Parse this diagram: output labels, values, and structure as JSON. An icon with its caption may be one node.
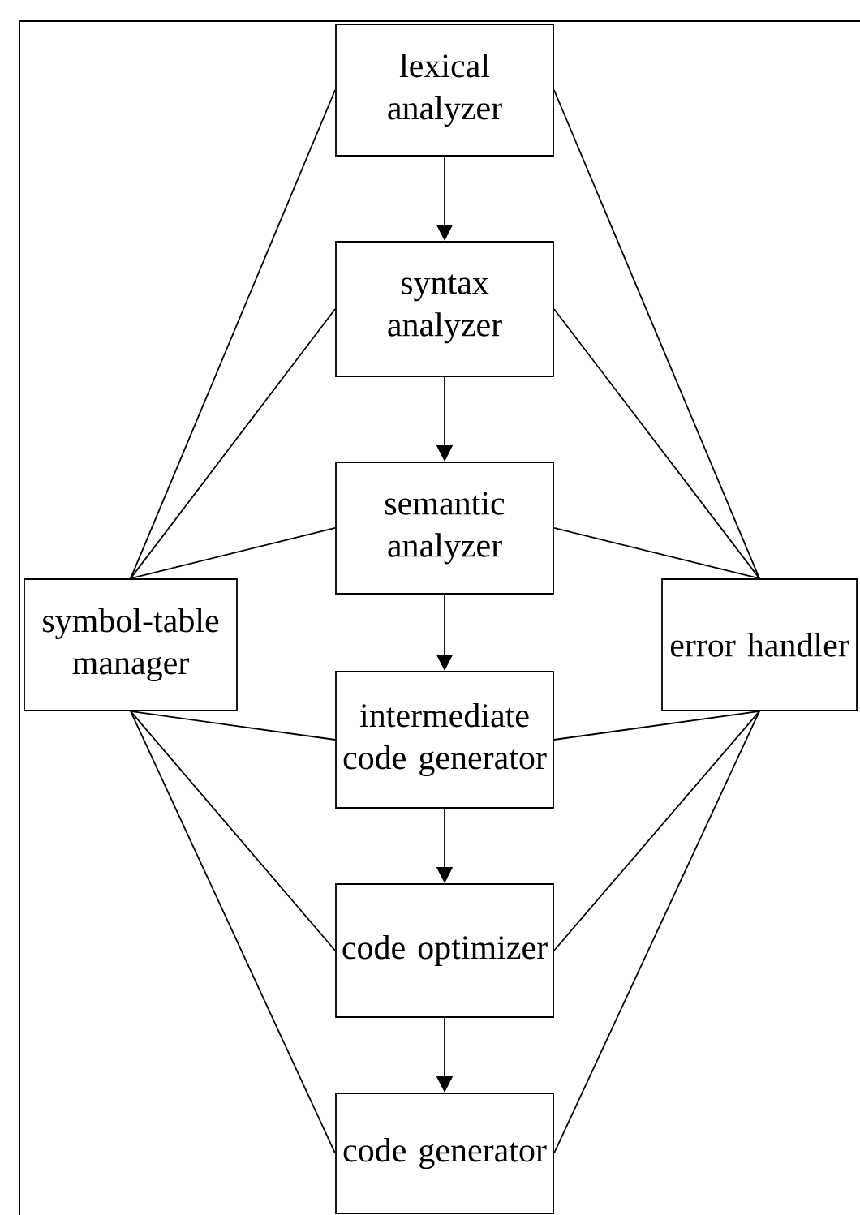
{
  "diagram": {
    "nodes": [
      {
        "text": [
          "lexical analyzer"
        ]
      },
      {
        "text": [
          "syntax analyzer"
        ]
      },
      {
        "text": [
          "semantic analyzer"
        ]
      },
      {
        "text": [
          "intermediate code generator"
        ]
      },
      {
        "text": [
          "code optimizer"
        ]
      },
      {
        "text": [
          "code generator"
        ]
      },
      {
        "text": [
          "symbol-table manager"
        ]
      },
      {
        "text": [
          "error handler"
        ]
      }
    ],
    "edges": [
      {
        "from": 0,
        "to": 1,
        "arrow": "to"
      },
      {
        "from": 1,
        "to": 2,
        "arrow": "to"
      },
      {
        "from": 2,
        "to": 3,
        "arrow": "to"
      },
      {
        "from": 3,
        "to": 4,
        "arrow": "to"
      },
      {
        "from": 4,
        "to": 5,
        "arrow": "to"
      },
      {
        "from": 6,
        "to": 0,
        "arrow": "none"
      },
      {
        "from": 6,
        "to": 1,
        "arrow": "none"
      },
      {
        "from": 6,
        "to": 2,
        "arrow": "none"
      },
      {
        "from": 6,
        "to": 3,
        "arrow": "none"
      },
      {
        "from": 6,
        "to": 4,
        "arrow": "none"
      },
      {
        "from": 6,
        "to": 5,
        "arrow": "none"
      },
      {
        "from": 7,
        "to": 0,
        "arrow": "none"
      },
      {
        "from": 7,
        "to": 1,
        "arrow": "none"
      },
      {
        "from": 7,
        "to": 2,
        "arrow": "none"
      },
      {
        "from": 7,
        "to": 3,
        "arrow": "none"
      },
      {
        "from": 7,
        "to": 4,
        "arrow": "none"
      },
      {
        "from": 7,
        "to": 5,
        "arrow": "none"
      }
    ]
  }
}
